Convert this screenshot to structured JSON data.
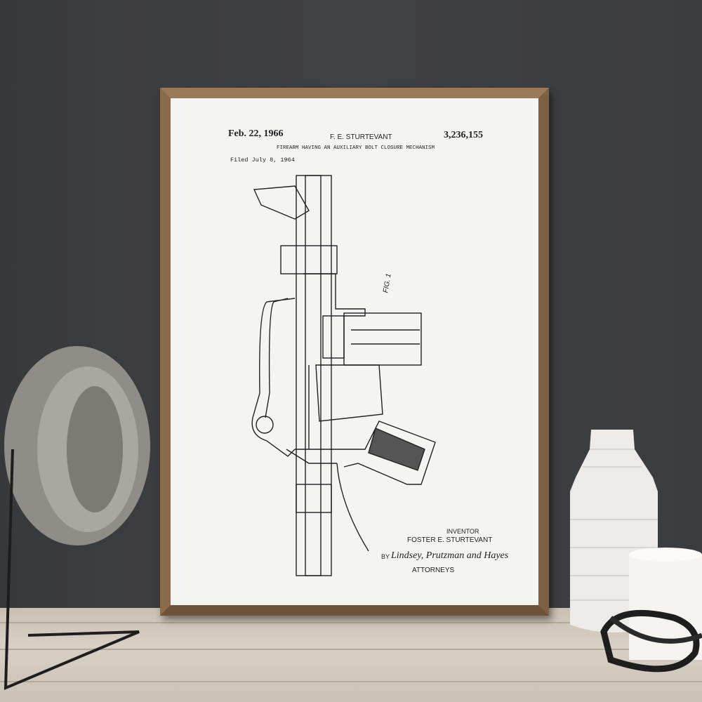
{
  "poster": {
    "date": "Feb. 22, 1966",
    "inventor_header": "F. E. STURTEVANT",
    "patent_number": "3,236,155",
    "title": "FIREARM HAVING AN AUXILIARY BOLT CLOSURE MECHANISM",
    "filed": "Filed July 8, 1964",
    "figure_label": "FIG. 1",
    "inventor_label": "INVENTOR",
    "inventor_name": "FOSTER E. STURTEVANT",
    "by_label": "BY",
    "signature": "Lindsey, Prutzman and Hayes",
    "attorneys_label": "ATTORNEYS"
  },
  "colors": {
    "wall": "#3b3c3f",
    "frame": "#8b6c4c",
    "paper": "#f4f4f2",
    "floor": "#d0c7bb"
  }
}
